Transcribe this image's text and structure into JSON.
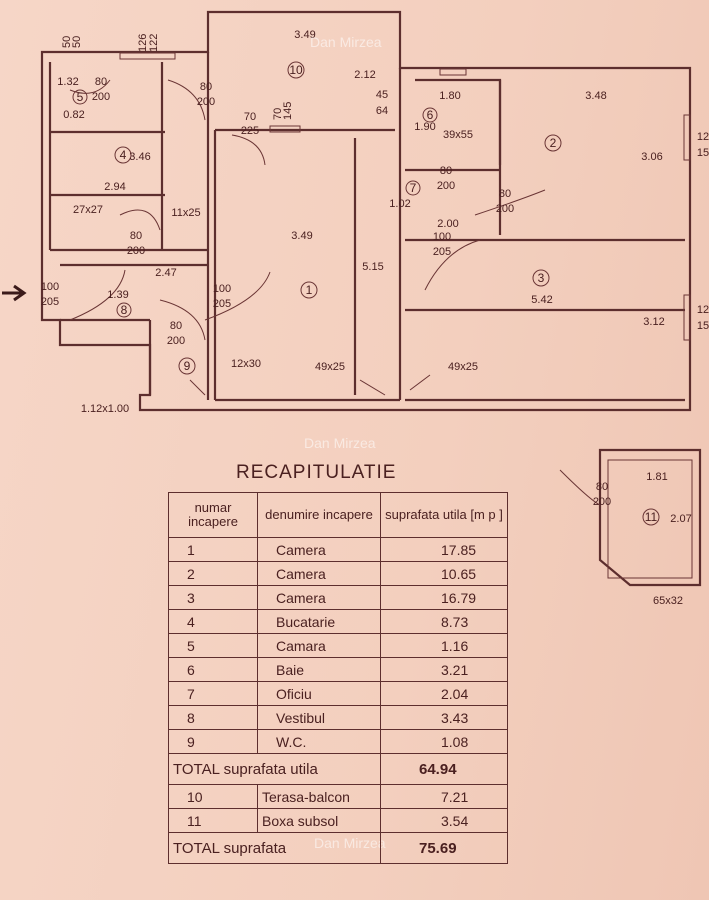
{
  "plan": {
    "room_numbers": [
      "1",
      "2",
      "3",
      "4",
      "5",
      "6",
      "7",
      "8",
      "9",
      "10",
      "11"
    ],
    "dimensions": {
      "d349_top": "3.49",
      "d212": "2.12",
      "d45_64": [
        "45",
        "64"
      ],
      "d70_145": [
        "70",
        "145"
      ],
      "d70_225": [
        "70",
        "225"
      ],
      "d180": "1.80",
      "d348": "3.48",
      "d190": "1.90",
      "d39x55": "39x55",
      "d306": "3.06",
      "d132": "1.32",
      "d082": "0.82",
      "d346": "3.46",
      "d294": "2.94",
      "d27x27": "27x27",
      "d11x25": "11x25",
      "d349_mid": "3.49",
      "d515": "5.15",
      "d102": "1.02",
      "d200_small": "2.00",
      "d542": "5.42",
      "d312": "3.12",
      "d247": "2.47",
      "d139": "1.39",
      "d12x30": "12x30",
      "d49x25_a": "49x25",
      "d49x25_b": "49x25",
      "d112x100": "1.12x1.00",
      "d181": "1.81",
      "d207": "2.07",
      "d65x32": "65x32",
      "d12_15_a": [
        "12",
        "15"
      ],
      "d12_15_b": [
        "12",
        "15"
      ],
      "win_50_50": [
        "50",
        "50"
      ],
      "win_126_122": [
        "126",
        "122"
      ]
    },
    "doors": {
      "d80_200": [
        "80",
        "200"
      ],
      "d100_205": [
        "100",
        "205"
      ]
    },
    "watermark": "Dan Mirzea"
  },
  "recap": {
    "title": "RECAPITULATIE",
    "headers": [
      "numar incapere",
      "denumire incapere",
      "suprafata utila [m p ]"
    ],
    "rows": [
      {
        "nr": "1",
        "name": "Camera",
        "area": "17.85"
      },
      {
        "nr": "2",
        "name": "Camera",
        "area": "10.65"
      },
      {
        "nr": "3",
        "name": "Camera",
        "area": "16.79"
      },
      {
        "nr": "4",
        "name": "Bucatarie",
        "area": "8.73"
      },
      {
        "nr": "5",
        "name": "Camara",
        "area": "1.16"
      },
      {
        "nr": "6",
        "name": "Baie",
        "area": "3.21"
      },
      {
        "nr": "7",
        "name": "Oficiu",
        "area": "2.04"
      },
      {
        "nr": "8",
        "name": "Vestibul",
        "area": "3.43"
      },
      {
        "nr": "9",
        "name": "W.C.",
        "area": "1.08"
      }
    ],
    "total_util": {
      "label": "TOTAL  suprafata  utila",
      "value": "64.94"
    },
    "extra_rows": [
      {
        "nr": "10",
        "name": "Terasa-balcon",
        "area": "7.21"
      },
      {
        "nr": "11",
        "name": "Boxa subsol",
        "area": "3.54"
      }
    ],
    "total": {
      "label": "TOTAL  suprafata",
      "value": "75.69"
    }
  }
}
